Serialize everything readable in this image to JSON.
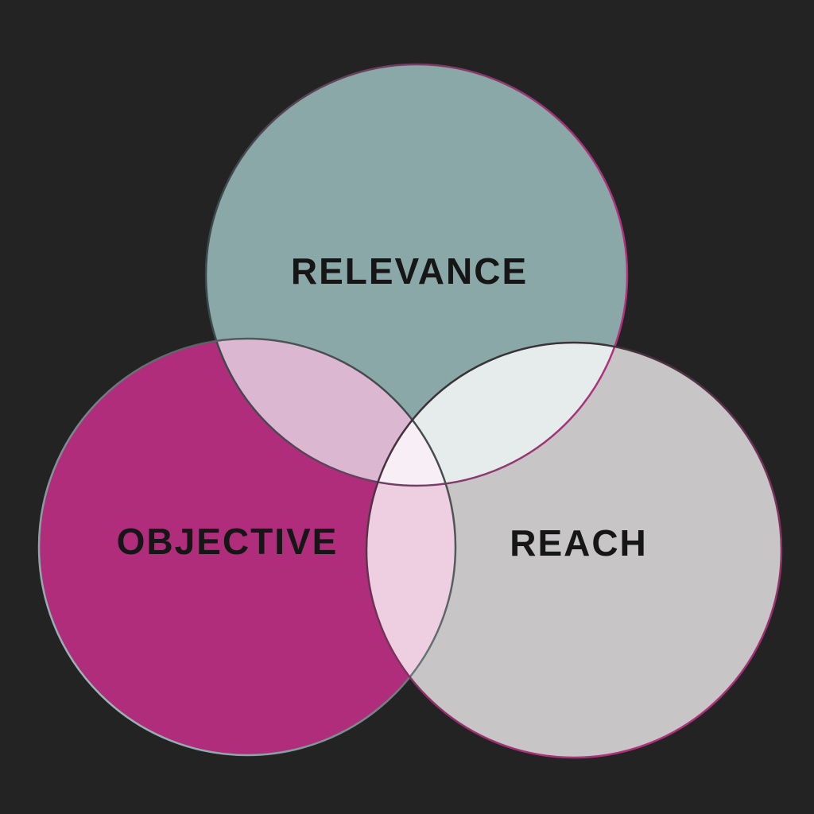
{
  "background_color": "#232323",
  "diagram": {
    "type": "venn",
    "label_color": "#161616",
    "circles": [
      {
        "id": "relevance",
        "label": "RELEVANCE",
        "color": "#8BA8A8",
        "position": "top"
      },
      {
        "id": "objective",
        "label": "OBJECTIVE",
        "color": "#B02D7C",
        "position": "bottom-left"
      },
      {
        "id": "reach",
        "label": "REACH",
        "color": "#C7C5C6",
        "position": "bottom-right"
      }
    ],
    "overlap_style": "screen-blend (overlaps appear lighter: pink, pale teal-white, pale pink)",
    "outline_colors": {
      "relevance_ring": [
        "#3A4A4A",
        "#B5307F"
      ],
      "objective_ring": [
        "#A9CCCC",
        "#333333"
      ],
      "reach_ring": [
        "#333333",
        "#B5307F"
      ]
    }
  }
}
